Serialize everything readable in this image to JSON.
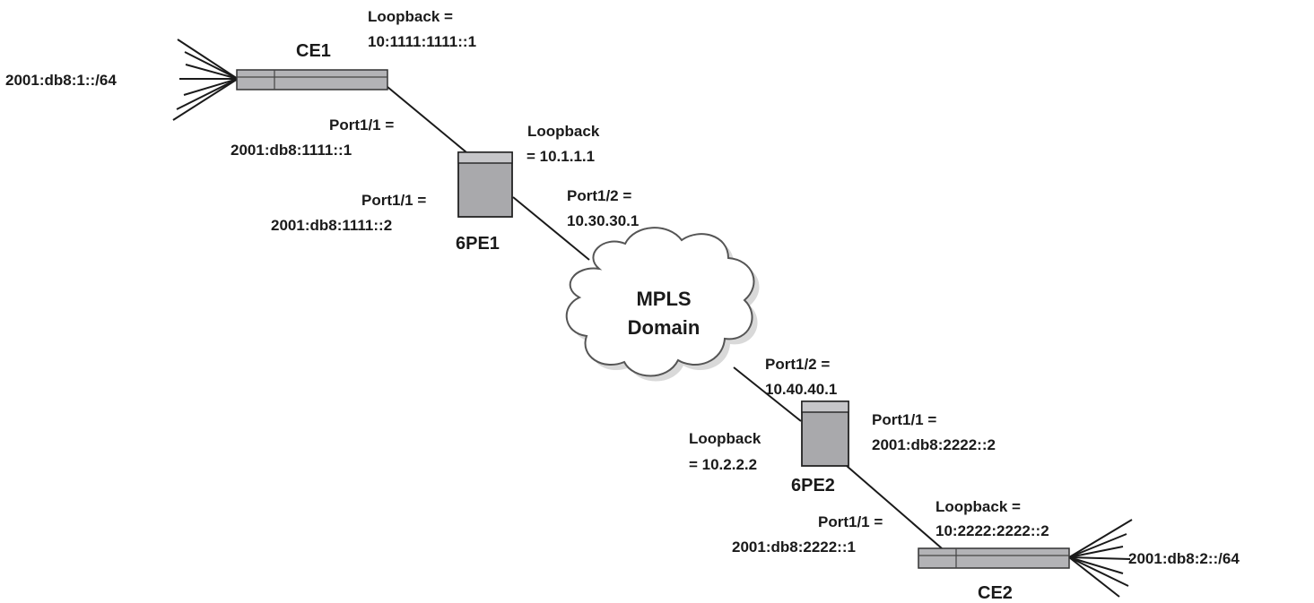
{
  "nodes": {
    "ce1": {
      "name": "CE1",
      "loopback_label": "Loopback =",
      "loopback_value": "10:1111:1111::1",
      "subnet": "2001:db8:1::/64"
    },
    "pe1": {
      "name": "6PE1",
      "loopback_label": "Loopback",
      "loopback_value": "= 10.1.1.1"
    },
    "cloud": {
      "line1": "MPLS",
      "line2": "Domain"
    },
    "pe2": {
      "name": "6PE2",
      "loopback_label": "Loopback",
      "loopback_value": "= 10.2.2.2"
    },
    "ce2": {
      "name": "CE2",
      "loopback_label": "Loopback =",
      "loopback_value": "10:2222:2222::2",
      "subnet": "2001:db8:2::/64"
    }
  },
  "ports": {
    "ce1_p11": {
      "label": "Port1/1 =",
      "value": "2001:db8:1111::1"
    },
    "pe1_p11": {
      "label": "Port1/1 =",
      "value": "2001:db8:1111::2"
    },
    "pe1_p12": {
      "label": "Port1/2 =",
      "value": "10.30.30.1"
    },
    "pe2_p12": {
      "label": "Port1/2 =",
      "value": "10.40.40.1"
    },
    "pe2_p11": {
      "label": "Port1/1 =",
      "value": "2001:db8:2222::2"
    },
    "ce2_p11": {
      "label": "Port1/1 =",
      "value": "2001:db8:2222::1"
    }
  }
}
